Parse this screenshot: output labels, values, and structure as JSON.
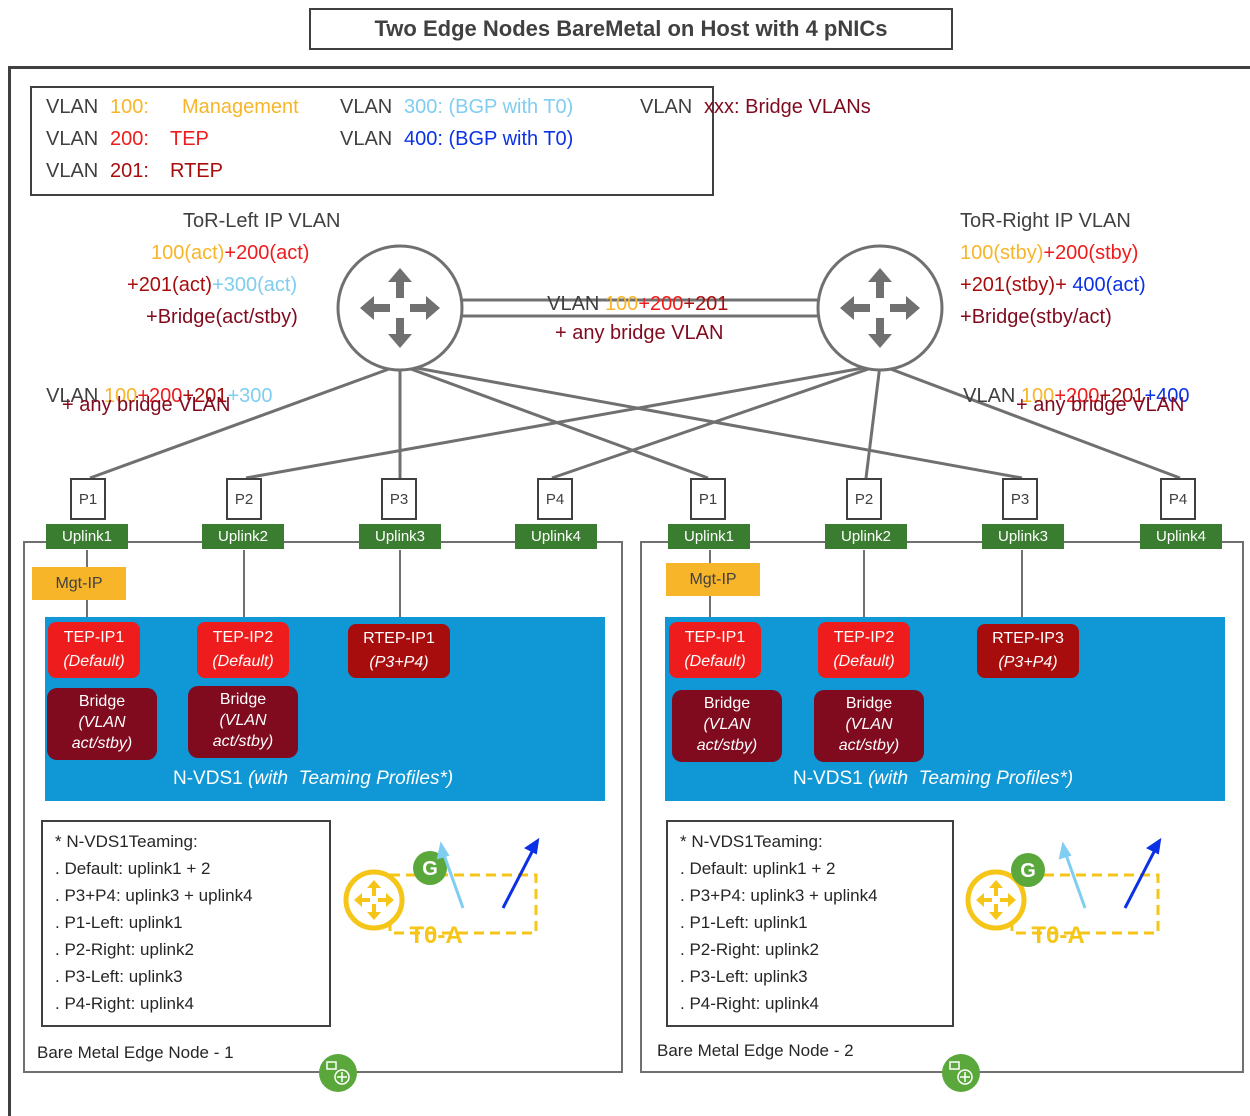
{
  "title": "Two Edge Nodes BareMetal on Host with 4 pNICs",
  "colors": {
    "mgmt": "#f7b529",
    "tep": "#ee1c1c",
    "rtep": "#a80d0d",
    "bgp300": "#7fcdf0",
    "bgp400": "#0b31e6",
    "bridge": "#800a1e",
    "uplink": "#3a7d30",
    "nvds": "#0f97d6",
    "t0": "#f5c518"
  },
  "legend": {
    "l1a": "VLAN",
    "l1b": "100:",
    "l1c": "Management",
    "l2a": "VLAN",
    "l2b": "200:",
    "l2c": "TEP",
    "l3a": "VLAN",
    "l3b": "201:",
    "l3c": "RTEP",
    "l4a": "VLAN",
    "l4b": "300: (BGP with T0)",
    "l5a": "VLAN",
    "l5b": "400: (BGP with T0)",
    "l6a": "VLAN",
    "l6b": "xxx: Bridge VLANs"
  },
  "tor_left": {
    "title": "ToR-Left IP VLAN",
    "r1a": "100(act)",
    "r1b": "+",
    "r1c": "200(act)",
    "r2a": "+",
    "r2b": "201(act)",
    "r2c": "+",
    "r2d": "300(act)",
    "r3a": "+",
    "r3b": "Bridge(act/stby)"
  },
  "tor_right": {
    "title": "ToR-Right IP VLAN",
    "r1a": "100(stby)",
    "r1b": "+",
    "r1c": "200(stby)",
    "r2a": "+",
    "r2b": "201(stby)",
    "r2c": "+ ",
    "r2d": "400(act)",
    "r3a": "+",
    "r3b": "Bridge(stby/act)"
  },
  "interlink": {
    "a": "VLAN ",
    "b": "100",
    "c": "+",
    "d": "200",
    "e": "+",
    "f": "201",
    "g": "+ any bridge VLAN"
  },
  "left_vlans": {
    "a": "VLAN ",
    "b": "100",
    "c": "+",
    "d": "200",
    "e": "+",
    "f": "201",
    "g": "+",
    "h": "300",
    "i": "+ any bridge VLAN"
  },
  "right_vlans": {
    "a": "VLAN ",
    "b": "100",
    "c": "+",
    "d": "200",
    "e": "+",
    "f": "201",
    "g": "+",
    "h": "400",
    "i": "+ any bridge VLAN"
  },
  "nodes": [
    {
      "ports": [
        "P1",
        "P2",
        "P3",
        "P4"
      ],
      "uplinks": [
        "Uplink1",
        "Uplink2",
        "Uplink3",
        "Uplink4"
      ],
      "mgt": "Mgt-IP",
      "tep1": {
        "name": "TEP-IP1",
        "sub": "(Default)"
      },
      "tep2": {
        "name": "TEP-IP2",
        "sub": "(Default)"
      },
      "rtep": {
        "name": "RTEP-IP1",
        "sub": "(P3+P4)"
      },
      "bridge1": {
        "name": "Bridge",
        "sub1": "(VLAN",
        "sub2": "act/stby)"
      },
      "bridge2": {
        "name": "Bridge",
        "sub1": "(VLAN",
        "sub2": "act/stby)"
      },
      "nvds_a": "N-VDS1 ",
      "nvds_b": "(with  Teaming Profiles*)",
      "teaming": [
        "* N-VDS1Teaming:",
        ". Default: uplink1 + 2",
        ". P3+P4: uplink3 + uplink4",
        ". P1-Left: uplink1",
        ". P2-Right: uplink2",
        ". P3-Left: uplink3",
        ". P4-Right: uplink4"
      ],
      "t0_label": "T0-A",
      "g_label": "G",
      "node_label": "Bare Metal Edge Node - 1"
    },
    {
      "ports": [
        "P1",
        "P2",
        "P3",
        "P4"
      ],
      "uplinks": [
        "Uplink1",
        "Uplink2",
        "Uplink3",
        "Uplink4"
      ],
      "mgt": "Mgt-IP",
      "tep1": {
        "name": "TEP-IP1",
        "sub": "(Default)"
      },
      "tep2": {
        "name": "TEP-IP2",
        "sub": "(Default)"
      },
      "rtep": {
        "name": "RTEP-IP3",
        "sub": "(P3+P4)"
      },
      "bridge1": {
        "name": "Bridge",
        "sub1": "(VLAN",
        "sub2": "act/stby)"
      },
      "bridge2": {
        "name": "Bridge",
        "sub1": "(VLAN",
        "sub2": "act/stby)"
      },
      "nvds_a": "N-VDS1 ",
      "nvds_b": "(with  Teaming Profiles*)",
      "teaming": [
        "* N-VDS1Teaming:",
        ". Default: uplink1 + 2",
        ". P3+P4: uplink3 + uplink4",
        ". P1-Left: uplink1",
        ". P2-Right: uplink2",
        ". P3-Left: uplink3",
        ". P4-Right: uplink4"
      ],
      "t0_label": "T0-A",
      "g_label": "G",
      "node_label": "Bare Metal Edge Node - 2"
    }
  ]
}
